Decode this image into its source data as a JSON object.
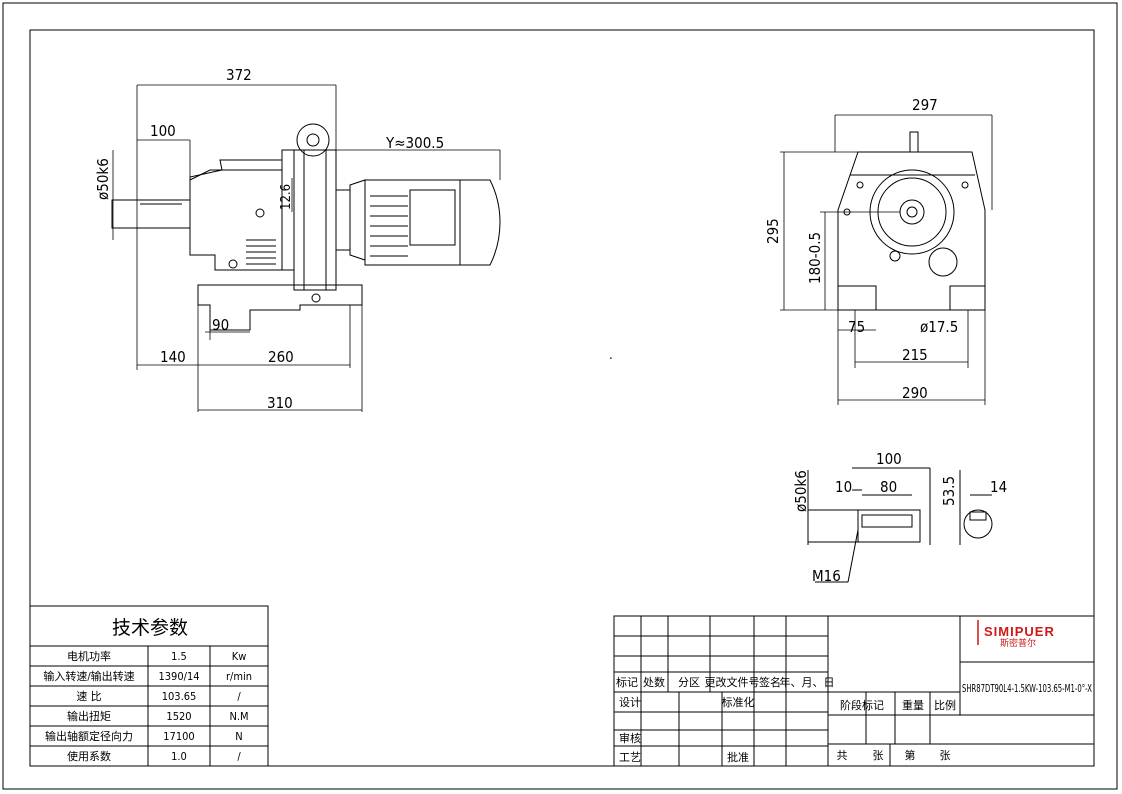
{
  "front_view": {
    "dim_overall": "372",
    "dim_shaft_len": "100",
    "dim_shaft_dia": "ø50k6",
    "dim_motor": "Y≈300.5",
    "dim_small": "12.6",
    "dim_foot_90": "90",
    "dim_140": "140",
    "dim_260": "260",
    "dim_310": "310"
  },
  "side_view": {
    "dim_width": "297",
    "dim_height": "295",
    "dim_center": "180-0.5",
    "dim_75": "75",
    "dim_hole": "ø17.5",
    "dim_215": "215",
    "dim_290": "290"
  },
  "shaft_detail": {
    "dim_100": "100",
    "dim_10": "10",
    "dim_80": "80",
    "dim_dia": "ø50k6",
    "dim_53": "53.5",
    "dim_14": "14",
    "thread": "M16"
  },
  "tech_params": {
    "title": "技术参数",
    "rows": [
      {
        "label": "电机功率",
        "value": "1.5",
        "unit": "Kw"
      },
      {
        "label": "输入转速/输出转速",
        "value": "1390/14",
        "unit": "r/min"
      },
      {
        "label": "速  比",
        "value": "103.65",
        "unit": "/"
      },
      {
        "label": "输出扭矩",
        "value": "1520",
        "unit": "N.M"
      },
      {
        "label": "输出轴额定径向力",
        "value": "17100",
        "unit": "N"
      },
      {
        "label": "使用系数",
        "value": "1.0",
        "unit": "/"
      }
    ]
  },
  "title_block": {
    "h_biaoji": "标记",
    "h_chushu": "处数",
    "h_fenqu": "分区",
    "h_genggai": "更改文件号",
    "h_qianming": "签名",
    "h_date": "年、月、日",
    "sheji": "设计",
    "biaozhunhua": "标准化",
    "shenhe": "审核",
    "gongyi": "工艺",
    "pizhun": "批准",
    "jieduan": "阶段标记",
    "zhongliang": "重量",
    "bili": "比例",
    "gong": "共",
    "zhang1": "张",
    "di": "第",
    "zhang2": "张",
    "brand_en": "SIMIPUER",
    "brand_cn": "斯密普尔",
    "model": "SHR87DT90L4-1.5KW-103.65-M1-0°-X"
  },
  "colors": {
    "line": "#000000",
    "brand": "#d01818"
  }
}
